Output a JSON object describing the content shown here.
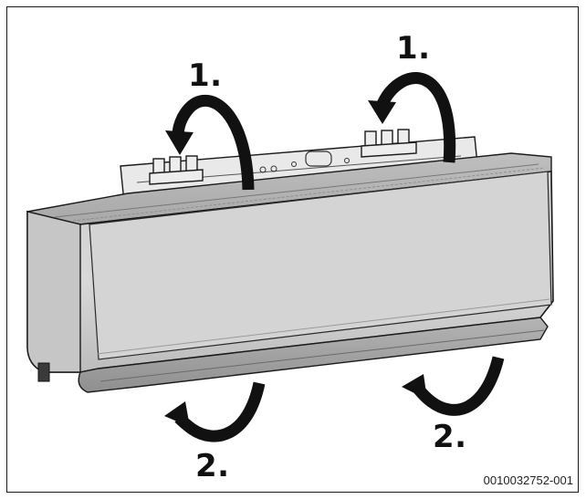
{
  "step_labels": {
    "step1_left": "1.",
    "step1_right": "1.",
    "step2_left": "2.",
    "step2_right": "2."
  },
  "figure_code": "0010032752-001",
  "colors": {
    "unit_light": "#d9d9d9",
    "unit_mid": "#bdbdbd",
    "unit_dark": "#8a8a8a",
    "outline": "#1a1a1a",
    "arrow": "#111111",
    "plate": "#e6e6e6"
  },
  "icons": {
    "rotate_arrow": "curved-arrow-icon"
  }
}
